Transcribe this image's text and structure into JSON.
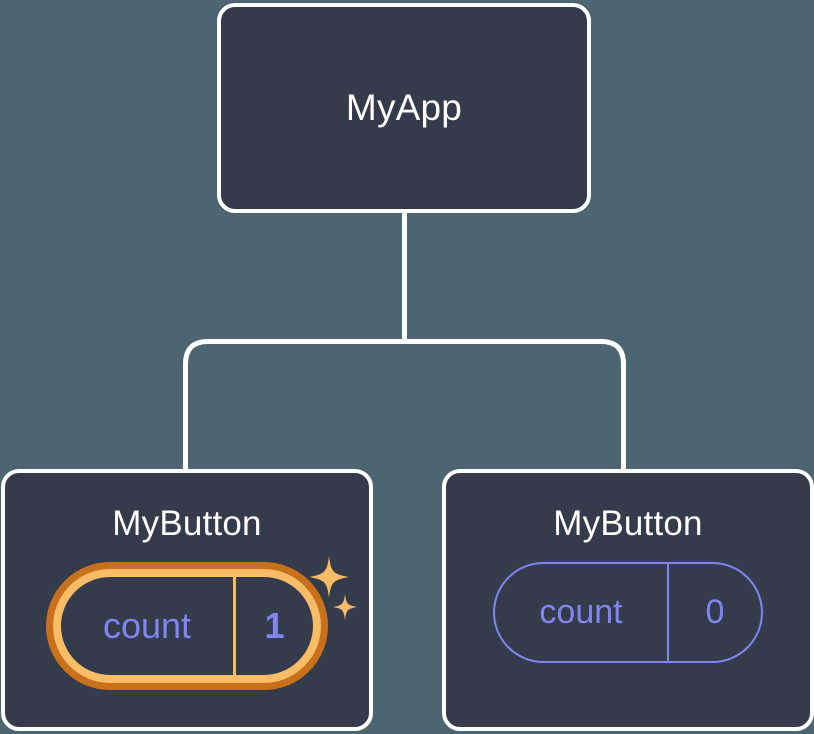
{
  "diagram": {
    "title_hidden": "",
    "background_color": "#4c6571",
    "node_fill": "#343b4a",
    "node_border": "#ffffff",
    "connector_color": "#ffffff",
    "accent_inactive": "#8085f0",
    "accent_highlight_outer": "#c9711a",
    "accent_highlight_inner": "#fabd66",
    "sparkle_color": "#fabd66"
  },
  "root": {
    "label": "MyApp"
  },
  "children": [
    {
      "label": "MyButton",
      "state": {
        "key": "count",
        "value": "1"
      },
      "highlighted": true,
      "sparkle_large": "sparkle-icon",
      "sparkle_small": "sparkle-icon"
    },
    {
      "label": "MyButton",
      "state": {
        "key": "count",
        "value": "0"
      },
      "highlighted": false
    }
  ],
  "connectors": {
    "stem": "root-to-branch-stem",
    "branch": "branch-bar",
    "drop_left": "drop-to-left-child",
    "drop_right": "drop-to-right-child"
  }
}
